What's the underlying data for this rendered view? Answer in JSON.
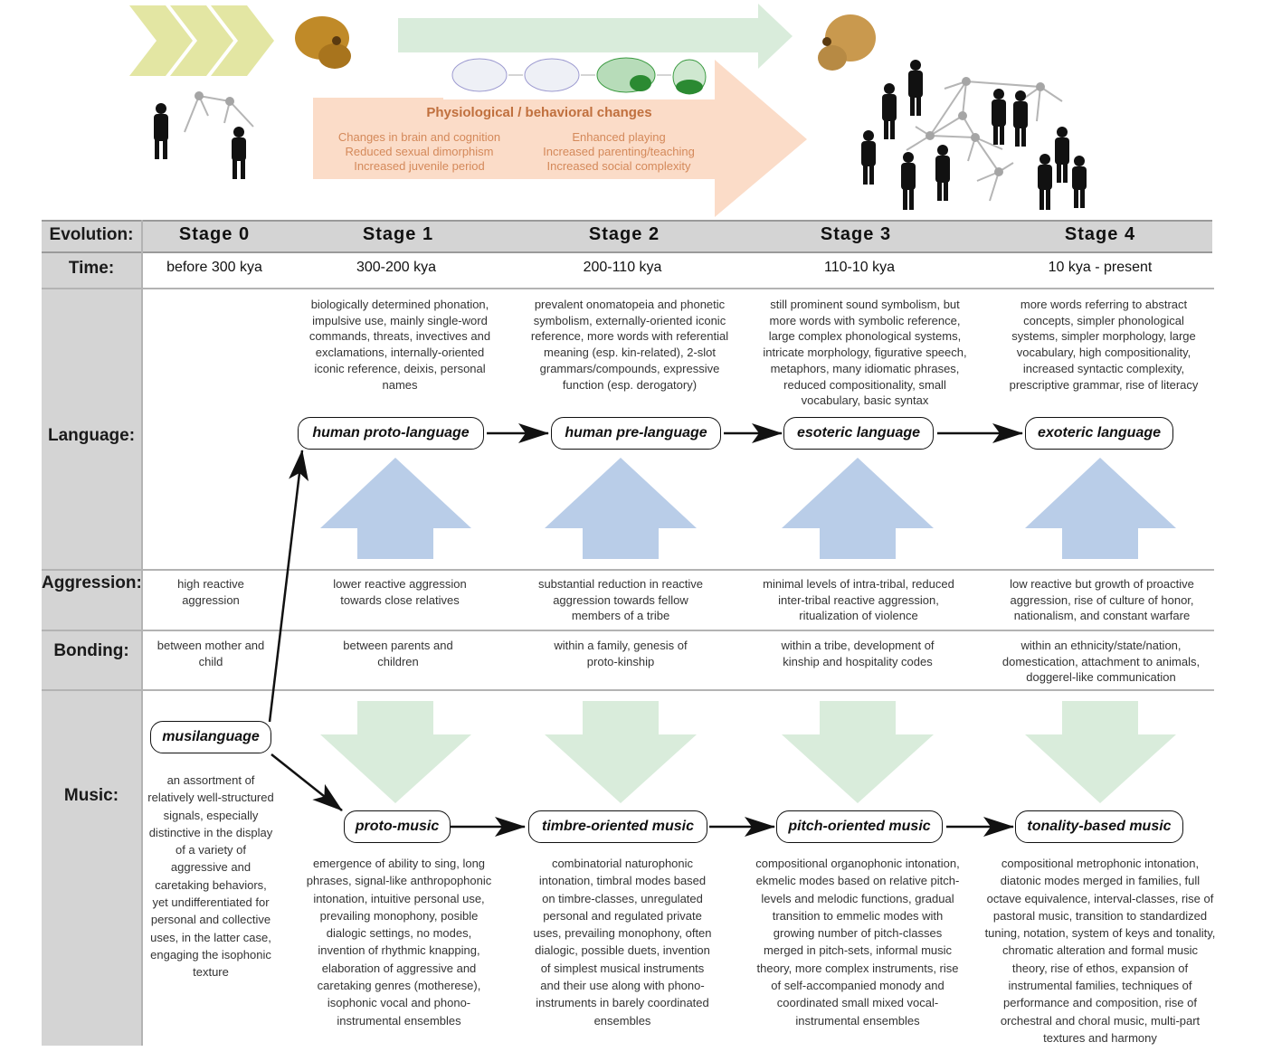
{
  "banner": {
    "title": "Physiological / behavioral changes",
    "left_changes": [
      "Changes in brain and cognition",
      "Reduced sexual dimorphism",
      "Increased juvenile period"
    ],
    "right_changes": [
      "Enhanced playing",
      "Increased parenting/teaching",
      "Increased social complexity"
    ],
    "colors": {
      "chevron": "#e3e6a3",
      "green_arrow": "#d9ecdb",
      "orange_arrow": "#fbdcc8",
      "title": "#c0703e",
      "text": "#d4895a"
    }
  },
  "table": {
    "row_labels": {
      "evolution": "Evolution:",
      "time": "Time:",
      "language": "Language:",
      "aggression": "Aggression:",
      "bonding": "Bonding:",
      "music": "Music:"
    },
    "stages": [
      {
        "name": "Stage 0",
        "time": "before 300 kya",
        "language_desc": "",
        "language_label": "",
        "aggression": "high reactive aggression",
        "bonding": "between mother and child",
        "music_label": "musilanguage",
        "music_desc": "an assortment of relatively well-structured signals, especially distinctive in the display of a variety of aggressive and caretaking behaviors, yet undifferentiated for personal and collective uses, in the latter case, engaging the isophonic texture"
      },
      {
        "name": "Stage 1",
        "time": "300-200 kya",
        "language_desc": "biologically determined phonation, impulsive use, mainly single-word commands, threats, invectives and exclamations, internally-oriented iconic reference, deixis, personal names",
        "language_label": "human proto-language",
        "aggression": "lower reactive aggression towards close relatives",
        "bonding": "between parents and children",
        "music_label": "proto-music",
        "music_desc": "emergence of ability to sing, long phrases, signal-like anthropophonic intonation, intuitive personal use, prevailing monophony, posible dialogic settings, no modes, invention of rhythmic knapping, elaboration of aggressive and caretaking genres (motherese), isophonic vocal and phono-instrumental ensembles"
      },
      {
        "name": "Stage 2",
        "time": "200-110 kya",
        "language_desc": "prevalent onomatopeia and phonetic symbolism, externally-oriented iconic reference, more words with referential meaning (esp. kin-related), 2-slot grammars/compounds, expressive function (esp. derogatory)",
        "language_label": "human pre-language",
        "aggression": "substantial reduction in reactive aggression towards fellow members of a tribe",
        "bonding": "within a family, genesis of proto-kinship",
        "music_label": "timbre-oriented music",
        "music_desc": "combinatorial naturophonic intonation, timbral modes based on timbre-classes, unregulated personal and regulated private uses, prevailing monophony, often dialogic, possible duets, invention of simplest musical instruments and their use along with phono-instruments in barely coordinated ensembles"
      },
      {
        "name": "Stage 3",
        "time": "110-10 kya",
        "language_desc": "still prominent sound symbolism, but more words with symbolic reference, large complex phonological systems, intricate morphology, figurative speech, metaphors, many idiomatic phrases, reduced compositionality, small vocabulary, basic syntax",
        "language_label": "esoteric language",
        "aggression": "minimal levels of intra-tribal, reduced inter-tribal reactive aggression, ritualization of violence",
        "bonding": "within a tribe, development of kinship and hospitality codes",
        "music_label": "pitch-oriented music",
        "music_desc": "compositional organophonic intonation, ekmelic modes based on relative pitch-levels and melodic functions, gradual transition to emmelic modes with growing number of pitch-classes merged in pitch-sets, informal music theory, more complex instruments, rise of self-accompanied monody and coordinated small mixed vocal-instrumental ensembles"
      },
      {
        "name": "Stage 4",
        "time": "10 kya - present",
        "language_desc": "more words referring to abstract concepts, simpler phonological systems, simpler morphology, large vocabulary, high compositionality, increased syntactic complexity, prescriptive grammar, rise of literacy",
        "language_label": "exoteric language",
        "aggression": "low reactive but growth of proactive aggression, rise of culture of honor, nationalism, and constant warfare",
        "bonding": "within an ethnicity/state/nation, domestication, attachment to animals, doggerel-like communication",
        "music_label": "tonality-based music",
        "music_desc": "compositional metrophonic intonation, diatonic modes merged in families, full octave equivalence, interval-classes, rise of pastoral music, transition to standardized tuning, notation, system of keys and tonality, chromatic alteration and formal music theory, rise of ethos, expansion of instrumental families, techniques of performance and composition, rise of orchestral and choral music, multi-part textures and harmony"
      }
    ],
    "colors": {
      "header_bg": "#d4d4d4",
      "up_arrow": "#b9cde8",
      "down_arrow": "#d9ecdb"
    }
  }
}
